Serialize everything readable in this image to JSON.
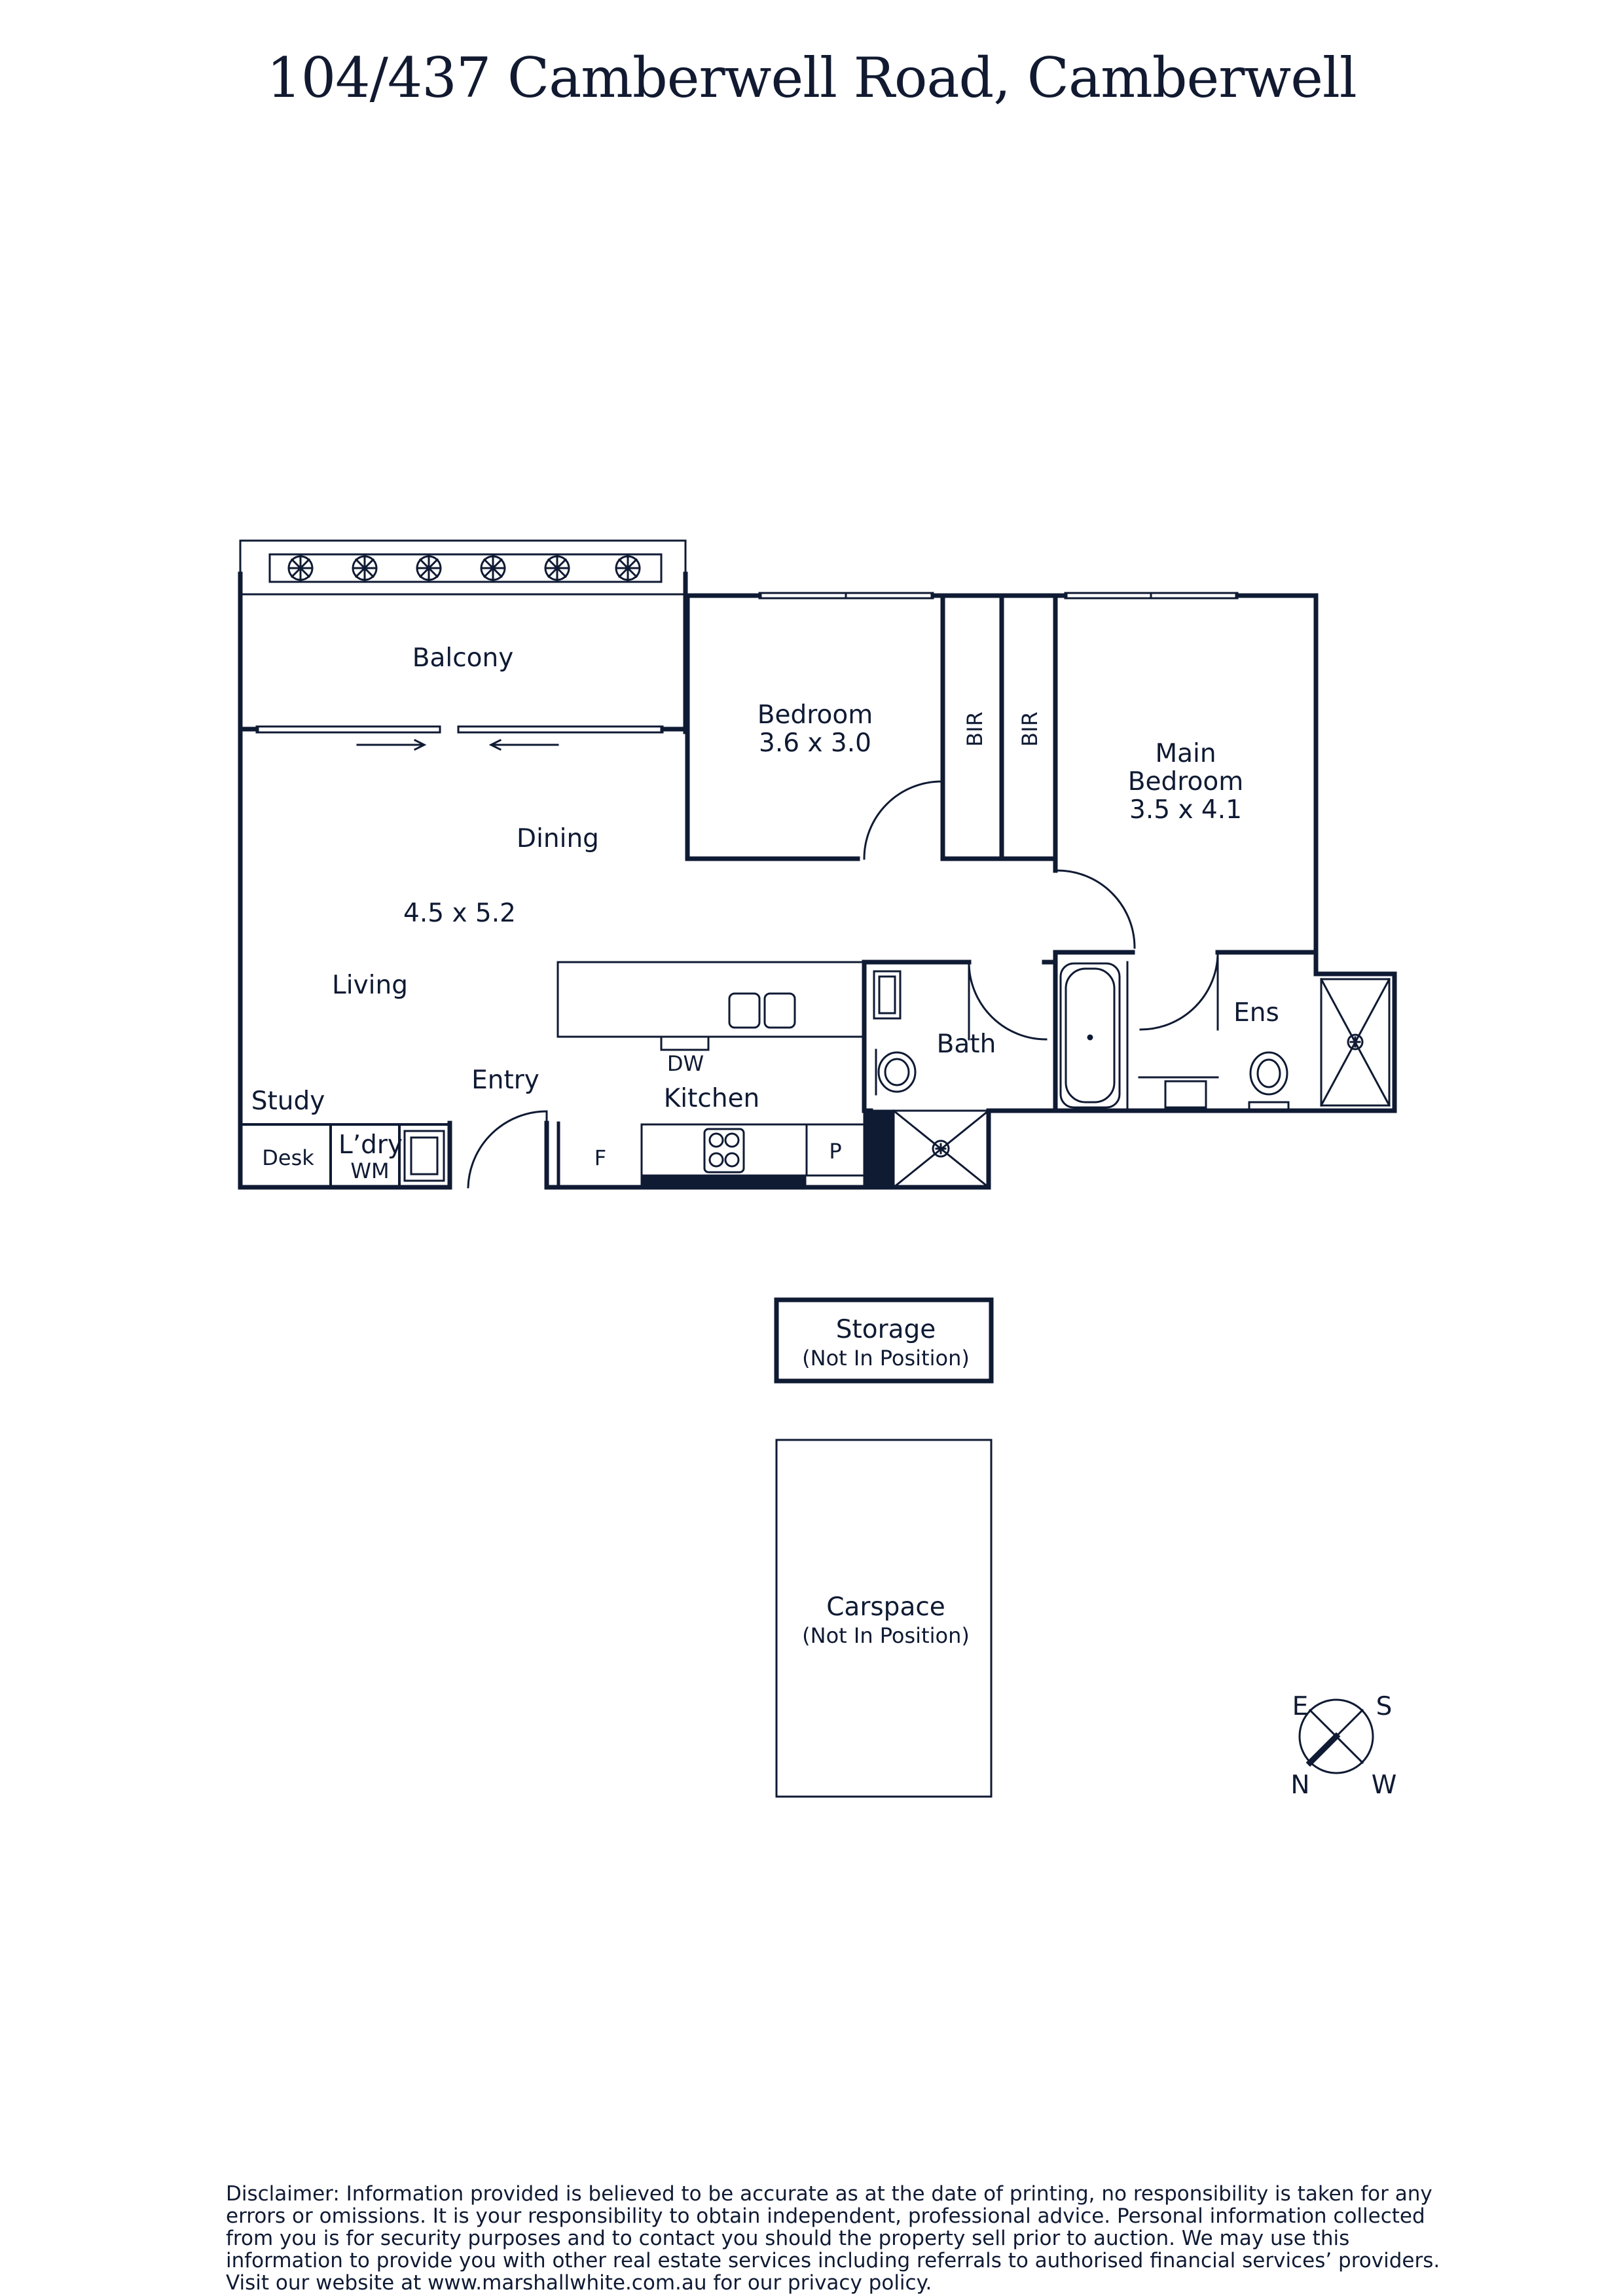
{
  "title": "104/437 Camberwell Road, Camberwell",
  "rooms": {
    "balcony": "Balcony",
    "bedroom": "Bedroom",
    "bedroom_size": "3.6 x 3.0",
    "bir": "BIR",
    "main_bedroom_1": "Main",
    "main_bedroom_2": "Bedroom",
    "main_bedroom_size": "3.5 x 4.1",
    "dining": "Dining",
    "living_size": "4.5 x 5.2",
    "living": "Living",
    "entry": "Entry",
    "kitchen": "Kitchen",
    "dw": "DW",
    "bath": "Bath",
    "ens": "Ens",
    "study": "Study",
    "desk": "Desk",
    "ldry": "L’dry",
    "wm": "WM",
    "fridge": "F",
    "pantry": "P"
  },
  "storage": {
    "label": "Storage",
    "note": "(Not In Position)"
  },
  "carspace": {
    "label": "Carspace",
    "note": "(Not In Position)"
  },
  "compass": {
    "e": "E",
    "s": "S",
    "n": "N",
    "w": "W"
  },
  "disclaimer": "Disclaimer: Information provided is believed to be accurate as at the date of printing, no responsibility is taken for any errors or omissions. It is your responsibility to obtain independent, professional advice. Personal information collected from you is for security purposes and to contact you should the property sell prior to auction. We may use this information to provide you with other real estate services including referrals to authorised financial services’ providers. Visit our website at www.marshallwhite.com.au for our privacy policy.",
  "colors": {
    "wall": "#0f1a33",
    "background": "#ffffff"
  }
}
